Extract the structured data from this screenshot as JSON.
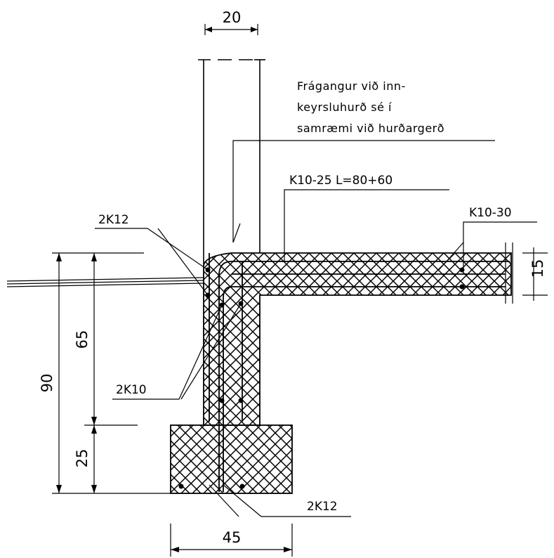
{
  "dimensions": {
    "wall_thickness": "20",
    "slab_thickness": "15",
    "total_depth": "90",
    "wall_height": "65",
    "footing_height": "25",
    "footing_width": "45"
  },
  "labels": {
    "note_line1": "Frágangur við inn-",
    "note_line2": "keyrsluhurð sé í",
    "note_line3": "samræmi við hurðargerð",
    "slab_bar_main": "K10-25  L=80+60",
    "slab_bar_dist": "K10-30",
    "top_corner_bars": "2K12",
    "wall_bars": "2K10",
    "footing_bars": "2K12"
  },
  "colors": {
    "ink": "#000000",
    "background": "#ffffff"
  }
}
